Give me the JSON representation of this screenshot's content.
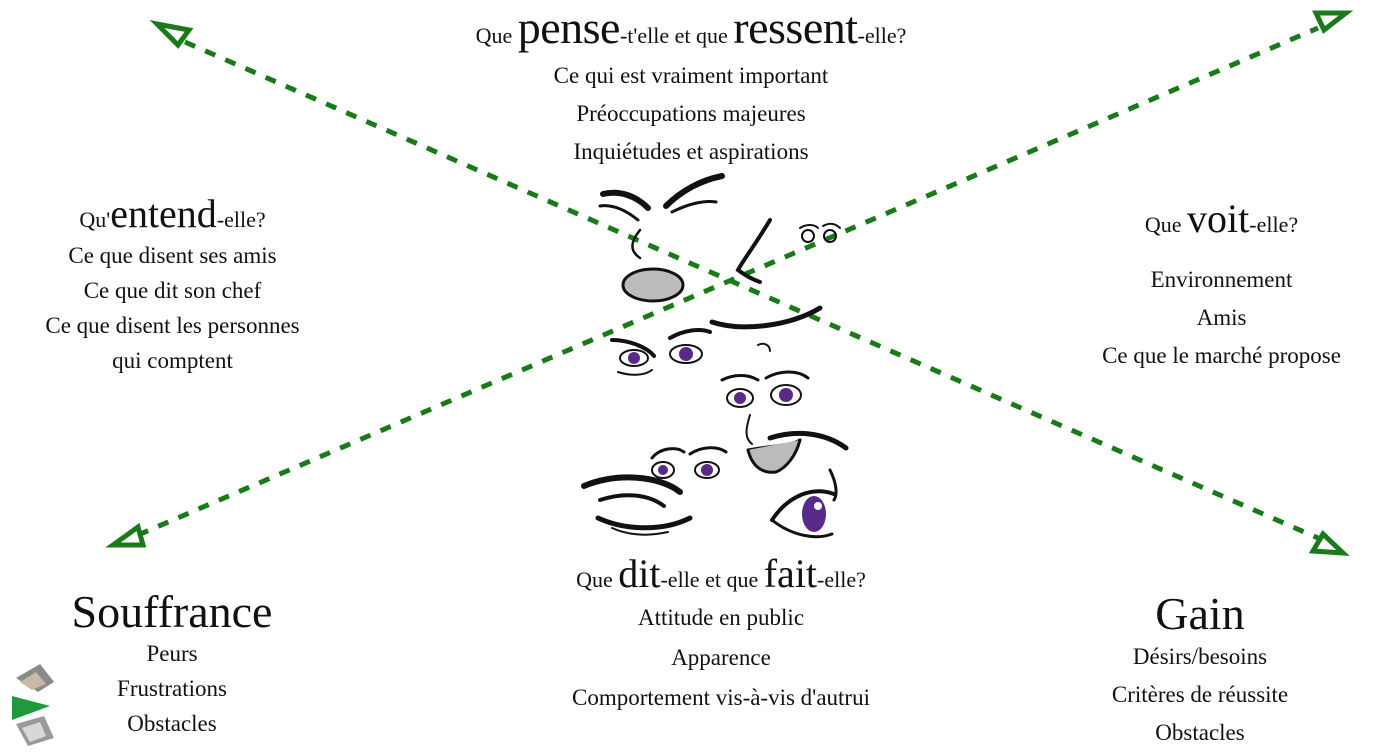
{
  "colors": {
    "arrow": "#1a7a1a",
    "iris": "#5a2a8a",
    "ink": "#111111"
  },
  "top": {
    "title_prefix": "Que ",
    "title_word1": "pense",
    "title_middle": "-t'elle et que ",
    "title_word2": "ressent",
    "title_suffix": "-elle?",
    "lines": [
      "Ce qui est vraiment important",
      "Préoccupations majeures",
      "Inquiétudes et aspirations"
    ]
  },
  "left": {
    "title_prefix": "Qu'",
    "title_word": "entend",
    "title_suffix": "-elle?",
    "lines": [
      "Ce que disent ses amis",
      "Ce que dit son chef",
      "Ce que disent les personnes",
      "qui comptent"
    ]
  },
  "right": {
    "title_prefix": "Que ",
    "title_word": "voit",
    "title_suffix": "-elle?",
    "lines": [
      "Environnement",
      "Amis",
      "Ce que le marché propose"
    ]
  },
  "bottom": {
    "title_prefix": "Que ",
    "title_word1": "dit",
    "title_middle": "-elle et que ",
    "title_word2": "fait",
    "title_suffix": "-elle?",
    "lines": [
      "Attitude en public",
      "Apparence",
      "Comportement vis-à-vis d'autrui"
    ]
  },
  "souffrance": {
    "title": "Souffrance",
    "lines": [
      "Peurs",
      "Frustrations",
      "Obstacles"
    ]
  },
  "gain": {
    "title": "Gain",
    "lines": [
      "Désirs/besoins",
      "Critères de réussite",
      "Obstacles"
    ]
  },
  "icons": {
    "arrows": "dashed-diagonal-arrow-icons",
    "faces": "face-sketches-icon",
    "logo": "logo-icon"
  }
}
